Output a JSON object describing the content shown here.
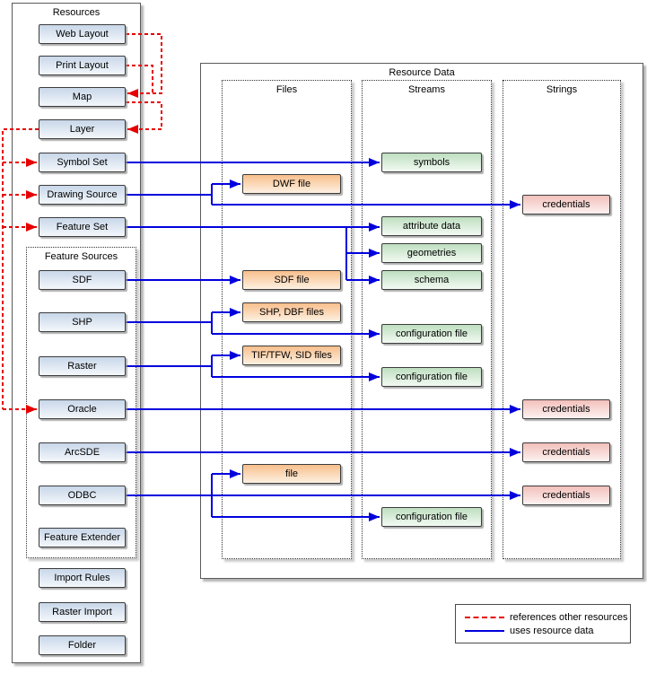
{
  "colors": {
    "references_line": "#e60000",
    "uses_line": "#0000dd",
    "resources_fill": "#c9d7e9",
    "files_fill": "#f8bf8c",
    "streams_fill": "#bedfc0",
    "strings_fill": "#f2c0bb"
  },
  "resources": {
    "title": "Resources",
    "items": {
      "web_layout": "Web Layout",
      "print_layout": "Print Layout",
      "map": "Map",
      "layer": "Layer",
      "symbol_set": "Symbol Set",
      "drawing_source": "Drawing Source",
      "feature_set": "Feature Set",
      "import_rules": "Import Rules",
      "raster_import": "Raster Import",
      "folder": "Folder"
    },
    "feature_sources": {
      "title": "Feature Sources",
      "items": {
        "sdf": "SDF",
        "shp": "SHP",
        "raster": "Raster",
        "oracle": "Oracle",
        "arcsde": "ArcSDE",
        "odbc": "ODBC",
        "feature_extender": "Feature Extender"
      }
    }
  },
  "resource_data": {
    "title": "Resource Data",
    "files": {
      "title": "Files",
      "items": {
        "dwf_file": "DWF file",
        "sdf_file": "SDF file",
        "shp_dbf_files": "SHP, DBF files",
        "tif_tfw_sid_files": "TIF/TFW, SID files",
        "file": "file"
      }
    },
    "streams": {
      "title": "Streams",
      "items": {
        "symbols": "symbols",
        "attribute_data": "attribute data",
        "geometries": "geometries",
        "schema": "schema",
        "configuration_file_1": "configuration file",
        "configuration_file_2": "configuration file",
        "configuration_file_3": "configuration file"
      }
    },
    "strings": {
      "title": "Strings",
      "items": {
        "credentials_1": "credentials",
        "credentials_2": "credentials",
        "credentials_3": "credentials",
        "credentials_4": "credentials"
      }
    }
  },
  "legend": {
    "references": "references other resources",
    "uses": "uses resource data"
  }
}
